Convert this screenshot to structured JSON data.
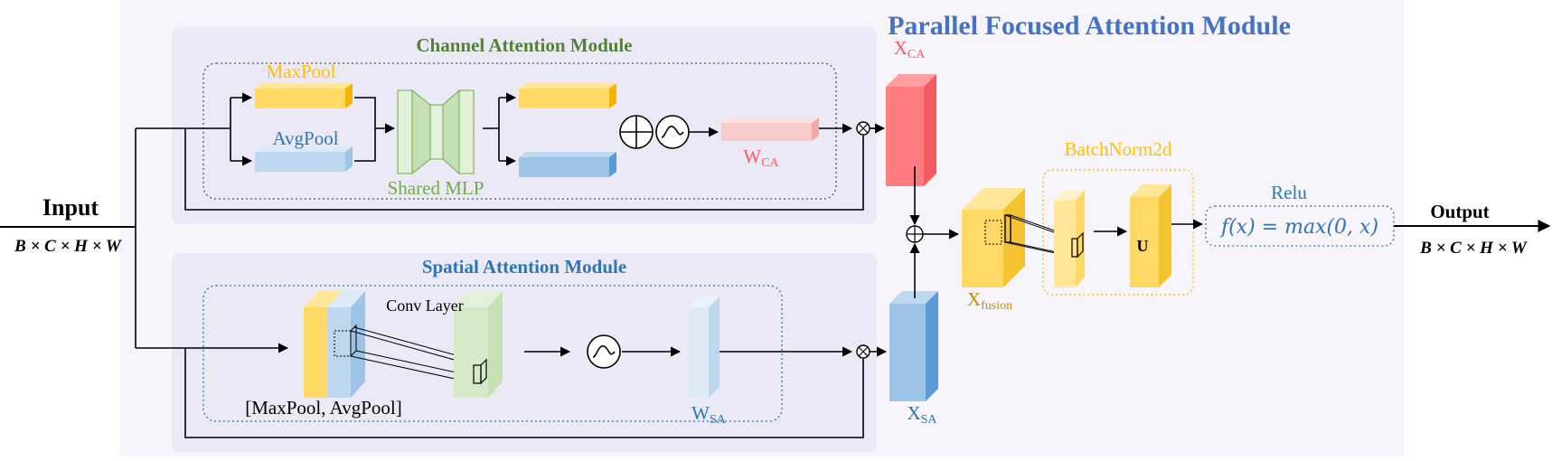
{
  "title": "Parallel Focused Attention Module",
  "input": {
    "label": "Input",
    "shape": "B × C × H × W"
  },
  "output": {
    "label": "Output",
    "shape": "B × C × H × W"
  },
  "channel_module": {
    "title": "Channel Attention Module",
    "maxpool": "MaxPool",
    "avgpool": "AvgPool",
    "mlp": "Shared MLP",
    "weight": {
      "main": "W",
      "sub": "CA"
    },
    "x": {
      "main": "X",
      "sub": "CA"
    }
  },
  "spatial_module": {
    "title": "Spatial Attention Module",
    "conv": "Conv Layer",
    "concat": "[MaxPool, AvgPool]",
    "weight": {
      "main": "W",
      "sub": "SA"
    },
    "x": {
      "main": "X",
      "sub": "SA"
    }
  },
  "fusion": {
    "x": {
      "main": "X",
      "sub": "fusion"
    },
    "batchnorm": "BatchNorm2d",
    "u": "U",
    "relu": "Relu",
    "relu_formula": "f(x) = max(0, x)"
  },
  "colors": {
    "title": "#4472c4",
    "channel_title": "#548235",
    "spatial_title": "#2e75b6",
    "yellow": "#ffd966",
    "blue": "#9dc3e6",
    "green": "#c5e0b4",
    "red": "#ff7c80",
    "pink": "#f8a8a8",
    "label_yellow": "#ffc000",
    "label_blue": "#2e75b6",
    "label_pink": "#ff5b5b",
    "label_mlp": "#70ad47"
  }
}
